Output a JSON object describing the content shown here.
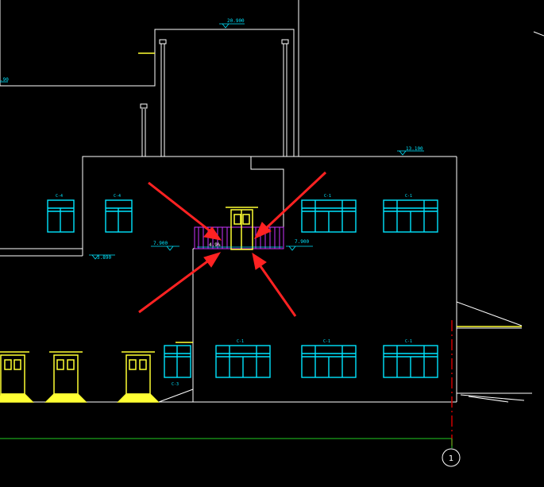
{
  "drawing": {
    "title": "CAD elevation drawing",
    "elevation_marks": {
      "roof_top": "20.900",
      "upper_roof": "13.100",
      "left_edge": ".90",
      "left_lower": "3.890",
      "balcony_left": "7.900",
      "balcony_right": "7.900",
      "balcony_mid": "4.9%"
    },
    "window_tags": {
      "w_left_1": "C-4",
      "w_left_2": "C-4",
      "w_upper_right_1": "C-1",
      "w_upper_right_2": "C-1",
      "w_lower_1": "C-1",
      "w_lower_2": "C-1",
      "w_lower_3": "C-1",
      "w_lower_small": "C-3"
    },
    "axis_label": "1",
    "colors": {
      "background": "#000000",
      "outline": "#ffffff",
      "window": "#00e5ff",
      "door": "#ffff33",
      "railing": "#cc33ff",
      "arrow": "#ff2222",
      "ground": "#22cc22",
      "axis_line": "#cc0000"
    }
  }
}
